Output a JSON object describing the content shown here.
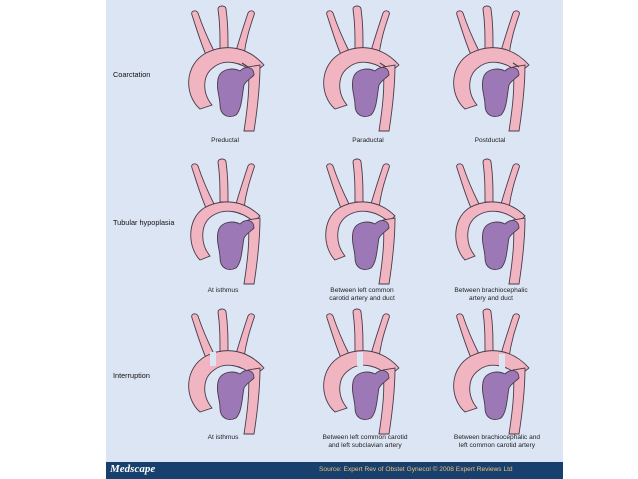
{
  "rows": [
    {
      "label": "Coarctation",
      "captions": [
        {
          "line1": "Preductal",
          "line2": ""
        },
        {
          "line1": "Paraductal",
          "line2": ""
        },
        {
          "line1": "Postductal",
          "line2": ""
        }
      ]
    },
    {
      "label": "Tubular hypoplasia",
      "captions": [
        {
          "line1": "At isthmus",
          "line2": ""
        },
        {
          "line1": "Between left common",
          "line2": "carotid artery and duct"
        },
        {
          "line1": "Between brachiocephalic",
          "line2": "artery and duct"
        }
      ]
    },
    {
      "label": "Interruption",
      "captions": [
        {
          "line1": "At isthmus",
          "line2": ""
        },
        {
          "line1": "Between left common carotid",
          "line2": "and left subclavian artery"
        },
        {
          "line1": "Between brachiocephalic and",
          "line2": "left common carotid artery"
        }
      ]
    }
  ],
  "footer": {
    "logo": "Medscape",
    "source": "Source: Expert Rev of Obstet Gynecol © 2008 Expert Reviews Ltd"
  },
  "colors": {
    "panel": "#dbe5f4",
    "aorta": "#f1b5c2",
    "pulmonary": "#9c78b7",
    "outline": "#4a3a4a",
    "footer": "#17406e"
  }
}
